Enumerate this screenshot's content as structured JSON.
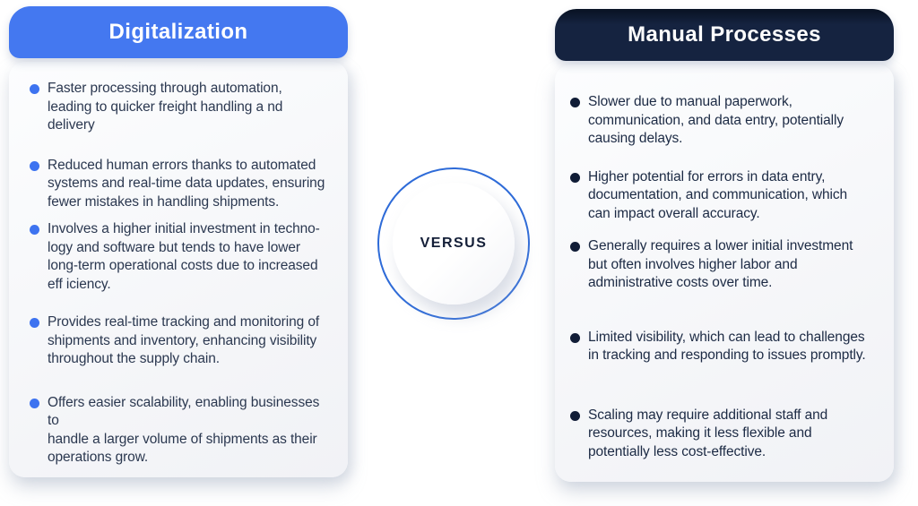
{
  "colors": {
    "left_header_bg": "#4478f0",
    "right_header_bg": "#101c36",
    "left_bullet": "#3d73f0",
    "right_bullet": "#101c36",
    "body_text": "#2b3850",
    "ring_stroke": "#2e6bd8"
  },
  "left_panel": {
    "title": "Digitalization",
    "items": [
      "Faster processing through automation,\nleading to quicker freight handling a nd\ndelivery",
      "Reduced human errors thanks to automated\nsystems and real-time data updates, ensuring\nfewer mistakes in handling shipments.",
      "Involves a higher initial investment in techno-\nlogy and software but tends to have lower\nlong-term operational costs due to increased\neff iciency.",
      "Provides real-time tracking and monitoring of\nshipments and inventory, enhancing visibility\nthroughout the supply chain.",
      "Offers easier scalability, enabling businesses to\nhandle a larger volume of shipments as their\noperations grow."
    ]
  },
  "right_panel": {
    "title": "Manual Processes",
    "items": [
      "Slower due to manual paperwork,\ncommunication, and data entry, potentially\ncausing delays.",
      "Higher potential for errors in data entry,\ndocumentation, and communication, which\ncan impact overall accuracy.",
      "Generally requires a lower initial investment\nbut often involves higher labor and\nadministrative costs over time.",
      "Limited visibility, which can lead to challenges\nin tracking and responding to issues promptly.",
      "Scaling may require additional staff and\nresources, making it less flexible and\npotentially less cost-effective."
    ]
  },
  "center": {
    "label": "VERSUS"
  }
}
